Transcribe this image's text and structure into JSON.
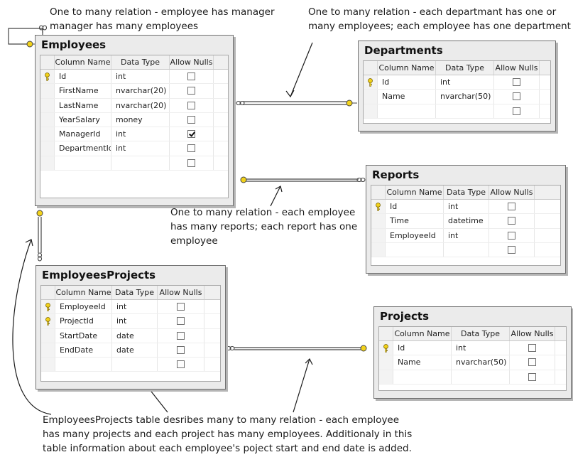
{
  "annotations": {
    "self_relation": "One to many relation - employee has manager\nmanager has many employees",
    "dept_relation": "One to many relation - each departmant has one or\nmany employees; each employee has one department",
    "reports_relation": "One to many relation - each employee\nhas many reports; each report has one\nemployee",
    "emp_projects": "EmployeesProjects table desribes many to many relation - each employee\nhas many projects and each project has many employees. Additionaly in this\ntable information about each employee's poject start and end date is added."
  },
  "grid_headers": [
    "Column Name",
    "Data Type",
    "Allow Nulls"
  ],
  "tables": {
    "employees": {
      "title": "Employees",
      "rows": [
        {
          "key": true,
          "name": "Id",
          "type": "int",
          "nulls": false
        },
        {
          "key": false,
          "name": "FirstName",
          "type": "nvarchar(20)",
          "nulls": false
        },
        {
          "key": false,
          "name": "LastName",
          "type": "nvarchar(20)",
          "nulls": false
        },
        {
          "key": false,
          "name": "YearSalary",
          "type": "money",
          "nulls": false
        },
        {
          "key": false,
          "name": "ManagerId",
          "type": "int",
          "nulls": true
        },
        {
          "key": false,
          "name": "DepartmentId",
          "type": "int",
          "nulls": false
        },
        {
          "key": false,
          "name": "",
          "type": "",
          "nulls": false
        }
      ]
    },
    "departments": {
      "title": "Departments",
      "rows": [
        {
          "key": true,
          "name": "Id",
          "type": "int",
          "nulls": false
        },
        {
          "key": false,
          "name": "Name",
          "type": "nvarchar(50)",
          "nulls": false
        },
        {
          "key": false,
          "name": "",
          "type": "",
          "nulls": false
        }
      ]
    },
    "reports": {
      "title": "Reports",
      "rows": [
        {
          "key": true,
          "name": "Id",
          "type": "int",
          "nulls": false
        },
        {
          "key": false,
          "name": "Time",
          "type": "datetime",
          "nulls": false
        },
        {
          "key": false,
          "name": "EmployeeId",
          "type": "int",
          "nulls": false
        },
        {
          "key": false,
          "name": "",
          "type": "",
          "nulls": false
        }
      ]
    },
    "employees_projects": {
      "title": "EmployeesProjects",
      "rows": [
        {
          "key": true,
          "name": "EmployeeId",
          "type": "int",
          "nulls": false
        },
        {
          "key": true,
          "name": "ProjectId",
          "type": "int",
          "nulls": false
        },
        {
          "key": false,
          "name": "StartDate",
          "type": "date",
          "nulls": false
        },
        {
          "key": false,
          "name": "EndDate",
          "type": "date",
          "nulls": false
        },
        {
          "key": false,
          "name": "",
          "type": "",
          "nulls": false
        }
      ]
    },
    "projects": {
      "title": "Projects",
      "rows": [
        {
          "key": true,
          "name": "Id",
          "type": "int",
          "nulls": false
        },
        {
          "key": false,
          "name": "Name",
          "type": "nvarchar(50)",
          "nulls": false
        },
        {
          "key": false,
          "name": "",
          "type": "",
          "nulls": false
        }
      ]
    }
  },
  "colors": {
    "key_fill": "#f2d21b",
    "relation_line": "#555555",
    "window_bg": "#ebebeb"
  }
}
